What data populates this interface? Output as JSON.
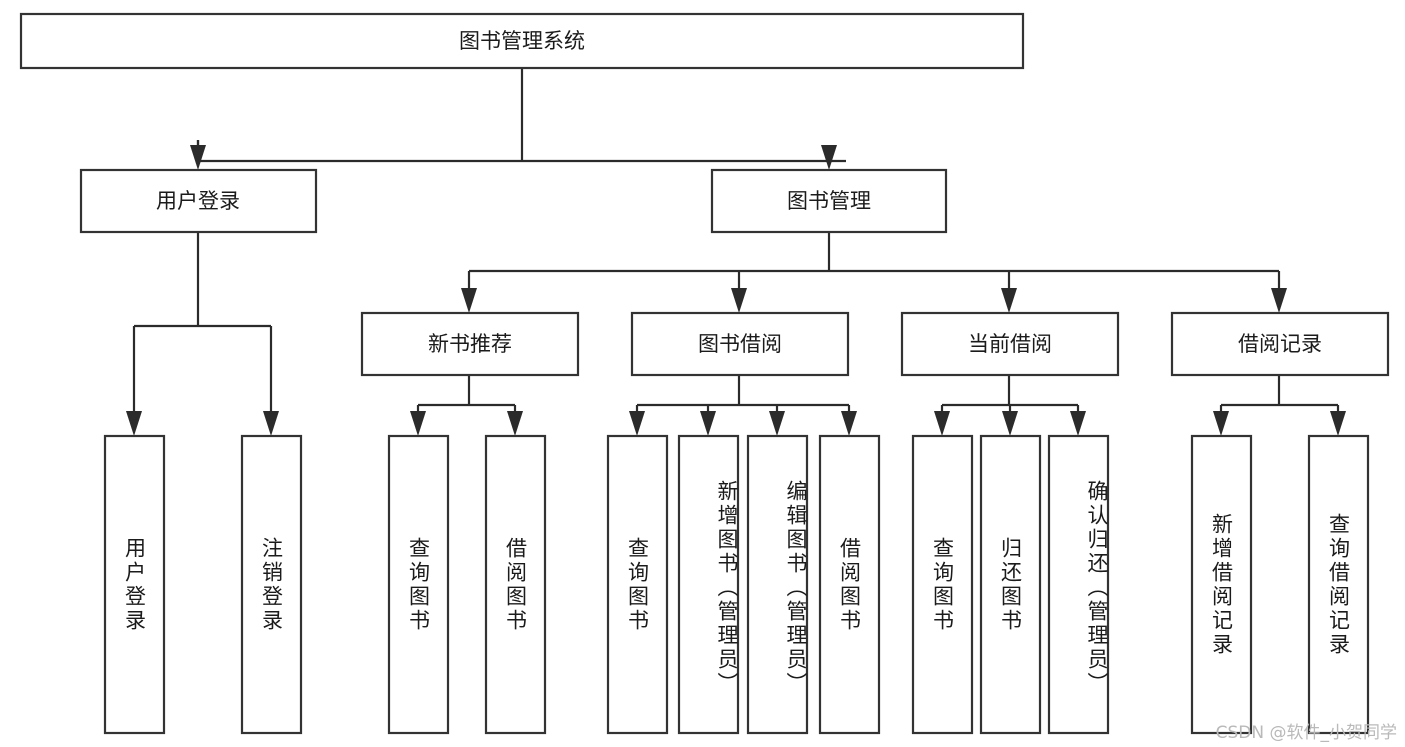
{
  "diagram": {
    "title_node": {
      "label": "图书管理系统",
      "level": 0
    },
    "level2": [
      {
        "label": "用户登录"
      },
      {
        "label": "图书管理"
      }
    ],
    "level3": [
      {
        "label": "新书推荐"
      },
      {
        "label": "图书借阅"
      },
      {
        "label": "当前借阅"
      },
      {
        "label": "借阅记录"
      }
    ],
    "leaves": [
      {
        "label": "用户登录",
        "parent": "用户登录"
      },
      {
        "label": "注销登录",
        "parent": "用户登录"
      },
      {
        "label": "查询图书",
        "parent": "新书推荐"
      },
      {
        "label": "借阅图书",
        "parent": "新书推荐"
      },
      {
        "label": "查询图书",
        "parent": "图书借阅"
      },
      {
        "label": "新增图书（管理员）",
        "parent": "图书借阅"
      },
      {
        "label": "编辑图书（管理员）",
        "parent": "图书借阅"
      },
      {
        "label": "借阅图书",
        "parent": "图书借阅"
      },
      {
        "label": "查询图书",
        "parent": "当前借阅"
      },
      {
        "label": "归还图书",
        "parent": "当前借阅"
      },
      {
        "label": "确认归还（管理员）",
        "parent": "当前借阅"
      },
      {
        "label": "新增借阅记录",
        "parent": "借阅记录"
      },
      {
        "label": "查询借阅记录",
        "parent": "借阅记录"
      }
    ],
    "watermark": "CSDN @软件_小贺同学",
    "colors": {
      "box_stroke": "#333333",
      "box_fill": "#ffffff",
      "connector": "#2b2b2b",
      "text": "#1b1b1b",
      "watermark": "#b9b9b9",
      "background": "#ffffff"
    }
  },
  "chart_data": {
    "type": "diagram",
    "subtype": "tree-hierarchy",
    "title": "图书管理系统",
    "orientation": "top-down",
    "nodes": [
      {
        "id": "n0",
        "label": "图书管理系统",
        "depth": 0
      },
      {
        "id": "n1",
        "label": "用户登录",
        "depth": 1
      },
      {
        "id": "n2",
        "label": "图书管理",
        "depth": 1
      },
      {
        "id": "n3",
        "label": "新书推荐",
        "depth": 2
      },
      {
        "id": "n4",
        "label": "图书借阅",
        "depth": 2
      },
      {
        "id": "n5",
        "label": "当前借阅",
        "depth": 2
      },
      {
        "id": "n6",
        "label": "借阅记录",
        "depth": 2
      },
      {
        "id": "n7",
        "label": "用户登录",
        "depth": 2
      },
      {
        "id": "n8",
        "label": "注销登录",
        "depth": 2
      },
      {
        "id": "n9",
        "label": "查询图书",
        "depth": 3
      },
      {
        "id": "n10",
        "label": "借阅图书",
        "depth": 3
      },
      {
        "id": "n11",
        "label": "查询图书",
        "depth": 3
      },
      {
        "id": "n12",
        "label": "新增图书（管理员）",
        "depth": 3
      },
      {
        "id": "n13",
        "label": "编辑图书（管理员）",
        "depth": 3
      },
      {
        "id": "n14",
        "label": "借阅图书",
        "depth": 3
      },
      {
        "id": "n15",
        "label": "查询图书",
        "depth": 3
      },
      {
        "id": "n16",
        "label": "归还图书",
        "depth": 3
      },
      {
        "id": "n17",
        "label": "确认归还（管理员）",
        "depth": 3
      },
      {
        "id": "n18",
        "label": "新增借阅记录",
        "depth": 3
      },
      {
        "id": "n19",
        "label": "查询借阅记录",
        "depth": 3
      }
    ],
    "edges": [
      {
        "from": "n0",
        "to": "n1"
      },
      {
        "from": "n0",
        "to": "n2"
      },
      {
        "from": "n1",
        "to": "n7"
      },
      {
        "from": "n1",
        "to": "n8"
      },
      {
        "from": "n2",
        "to": "n3"
      },
      {
        "from": "n2",
        "to": "n4"
      },
      {
        "from": "n2",
        "to": "n5"
      },
      {
        "from": "n2",
        "to": "n6"
      },
      {
        "from": "n3",
        "to": "n9"
      },
      {
        "from": "n3",
        "to": "n10"
      },
      {
        "from": "n4",
        "to": "n11"
      },
      {
        "from": "n4",
        "to": "n12"
      },
      {
        "from": "n4",
        "to": "n13"
      },
      {
        "from": "n4",
        "to": "n14"
      },
      {
        "from": "n5",
        "to": "n15"
      },
      {
        "from": "n5",
        "to": "n16"
      },
      {
        "from": "n5",
        "to": "n17"
      },
      {
        "from": "n6",
        "to": "n18"
      },
      {
        "from": "n6",
        "to": "n19"
      }
    ]
  }
}
